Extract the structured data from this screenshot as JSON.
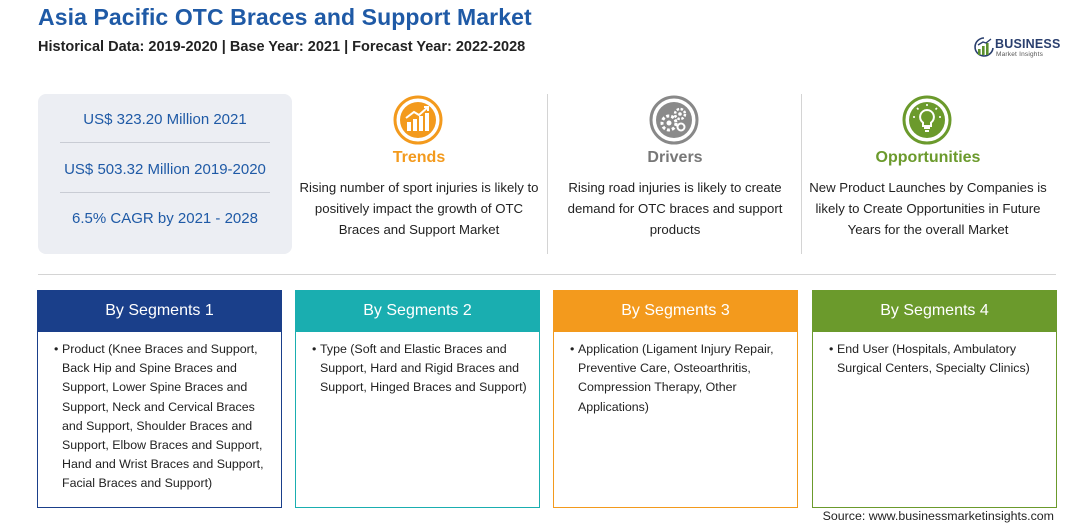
{
  "header": {
    "title": "Asia Pacific OTC Braces and Support Market",
    "subtitle": "Historical Data: 2019-2020 | Base Year: 2021 | Forecast Year: 2022-2028"
  },
  "logo": {
    "name": "BUSINESS",
    "tagline": "Market Insights",
    "icon": "bar-chart-globe-icon"
  },
  "stats": [
    "US$ 323.20 Million 2021",
    "US$ 503.32 Million 2019-2020",
    "6.5% CAGR by 2021 - 2028"
  ],
  "highlights": {
    "trends": {
      "heading": "Trends",
      "color": "#f39a1d",
      "icon": "trending-chart-icon",
      "text": "Rising number of sport injuries is likely to positively impact the growth of OTC Braces and Support Market"
    },
    "drivers": {
      "heading": "Drivers",
      "color": "#777777",
      "icon": "gears-icon",
      "text": "Rising road injuries is likely to create demand for OTC braces and support products"
    },
    "opportunities": {
      "heading": "Opportunities",
      "color": "#6b9a2c",
      "icon": "lightbulb-icon",
      "text": "New Product Launches by Companies is likely to Create Opportunities in Future Years for the overall Market"
    }
  },
  "segments": [
    {
      "heading": "By Segments 1",
      "color": "#1a3f8a",
      "bullet": "•",
      "text": "Product (Knee Braces and Support, Back Hip and Spine Braces and Support, Lower Spine Braces and Support, Neck and Cervical Braces and Support, Shoulder Braces and Support, Elbow Braces and Support, Hand and Wrist Braces and Support, Facial Braces and Support)"
    },
    {
      "heading": "By Segments 2",
      "color": "#1aaeb0",
      "bullet": "•",
      "text": "Type (Soft and Elastic Braces and Support, Hard and Rigid Braces and Support, Hinged Braces and Support)"
    },
    {
      "heading": "By Segments 3",
      "color": "#f39a1d",
      "bullet": "•",
      "text": "Application (Ligament Injury Repair, Preventive Care, Osteoarthritis, Compression Therapy, Other Applications)"
    },
    {
      "heading": "By Segments 4",
      "color": "#6b9a2c",
      "bullet": "•",
      "text": "End User (Hospitals, Ambulatory Surgical Centers, Specialty Clinics)"
    }
  ],
  "source": "Source: www.businessmarketinsights.com"
}
